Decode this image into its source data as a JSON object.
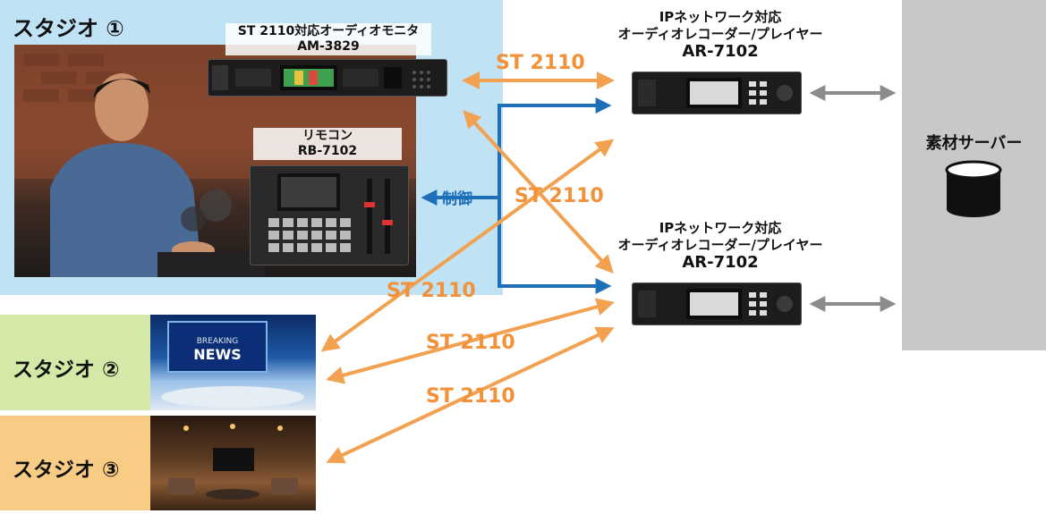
{
  "studio1": {
    "title": "スタジオ ①"
  },
  "studio2": {
    "title": "スタジオ ②"
  },
  "studio3": {
    "title": "スタジオ ③"
  },
  "monitor": {
    "name": "ST 2110対応オーディオモニタ",
    "model": "AM-3829"
  },
  "remote": {
    "name": "リモコン",
    "model": "RB-7102"
  },
  "recorder1": {
    "name_line1": "IPネットワーク対応",
    "name_line2": "オーディオレコーダー/プレイヤー",
    "model": "AR-7102"
  },
  "recorder2": {
    "name_line1": "IPネットワーク対応",
    "name_line2": "オーディオレコーダー/プレイヤー",
    "model": "AR-7102"
  },
  "server": {
    "label": "素材サーバー"
  },
  "links": {
    "st_top": "ST 2110",
    "st_middle": "ST 2110",
    "st_left": "ST 2110",
    "st_studio2": "ST 2110",
    "st_studio3": "ST 2110",
    "control": "制御"
  },
  "news_overlay": {
    "line1": "BREAKING",
    "line2": "NEWS"
  },
  "colors": {
    "orange_arrow": "#f1a150",
    "blue_arrow": "#1d6fb8",
    "gray_arrow": "#8c8c8c",
    "studio1": "#bfe3f5",
    "studio2": "#d4e8a7",
    "studio3": "#f9cc86",
    "server": "#c8c8c8"
  }
}
